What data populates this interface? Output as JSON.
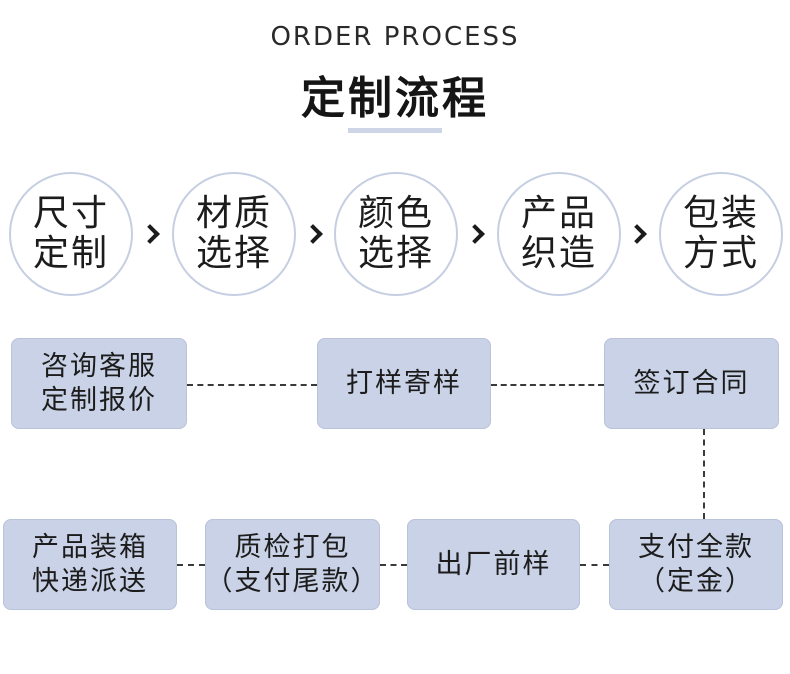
{
  "header": {
    "subtitle": "ORDER PROCESS",
    "title": "定制流程"
  },
  "steps": [
    {
      "label": "尺寸\n定制"
    },
    {
      "label": "材质\n选择"
    },
    {
      "label": "颜色\n选择"
    },
    {
      "label": "产品\n织造"
    },
    {
      "label": "包装\n方式"
    }
  ],
  "flow": {
    "row1": [
      {
        "label": "咨询客服\n定制报价"
      },
      {
        "label": "打样寄样"
      },
      {
        "label": "签订合同"
      }
    ],
    "row2": [
      {
        "label": "产品装箱\n快递派送"
      },
      {
        "label": "质检打包\n（支付尾款）"
      },
      {
        "label": "出厂前样"
      },
      {
        "label": "支付全款\n（定金）"
      }
    ]
  },
  "colors": {
    "box_fill": "#c9d2e6",
    "circle_border": "#c6cfe2",
    "accent_bar": "#cdd5e6"
  }
}
